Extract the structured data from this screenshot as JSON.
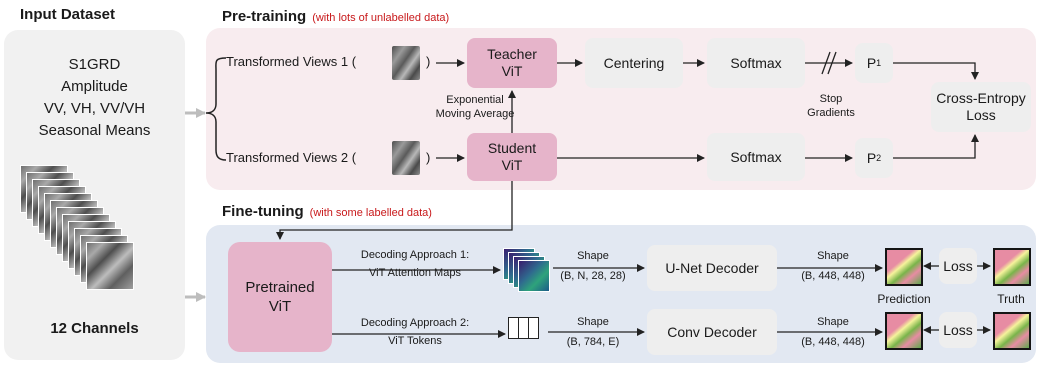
{
  "input": {
    "heading": "Input Dataset",
    "lines": [
      "S1GRD",
      "Amplitude",
      "VV, VH, VV/VH",
      "Seasonal Means"
    ],
    "channels": "12 Channels"
  },
  "pretraining": {
    "heading": "Pre-training",
    "note": "(with lots of unlabelled data)",
    "views1_prefix": "Transformed Views 1 (",
    "views2_prefix": "Transformed Views 2 (",
    "paren_close": ")",
    "teacher": [
      "Teacher",
      "ViT"
    ],
    "student": [
      "Student",
      "ViT"
    ],
    "ema": [
      "Exponential",
      "Moving Average"
    ],
    "centering": "Centering",
    "softmax": "Softmax",
    "stop_gradients": [
      "Stop",
      "Gradients"
    ],
    "p1": "P",
    "p1_sub": "1",
    "p2": "P",
    "p2_sub": "2",
    "loss": [
      "Cross-Entropy",
      "Loss"
    ]
  },
  "finetuning": {
    "heading": "Fine-tuning",
    "note": "(with some labelled data)",
    "pretrained": [
      "Pretrained",
      "ViT"
    ],
    "approach1": [
      "Decoding Approach 1:",
      "ViT Attention Maps"
    ],
    "approach2": [
      "Decoding Approach 2:",
      "ViT Tokens"
    ],
    "shape_label": "Shape",
    "shape1": "(B, N, 28, 28)",
    "shape2": "(B, 784, E)",
    "unet": "U-Net Decoder",
    "conv": "Conv Decoder",
    "out_shape": "(B, 448, 448)",
    "loss": "Loss",
    "prediction": "Prediction",
    "truth": "Truth"
  }
}
